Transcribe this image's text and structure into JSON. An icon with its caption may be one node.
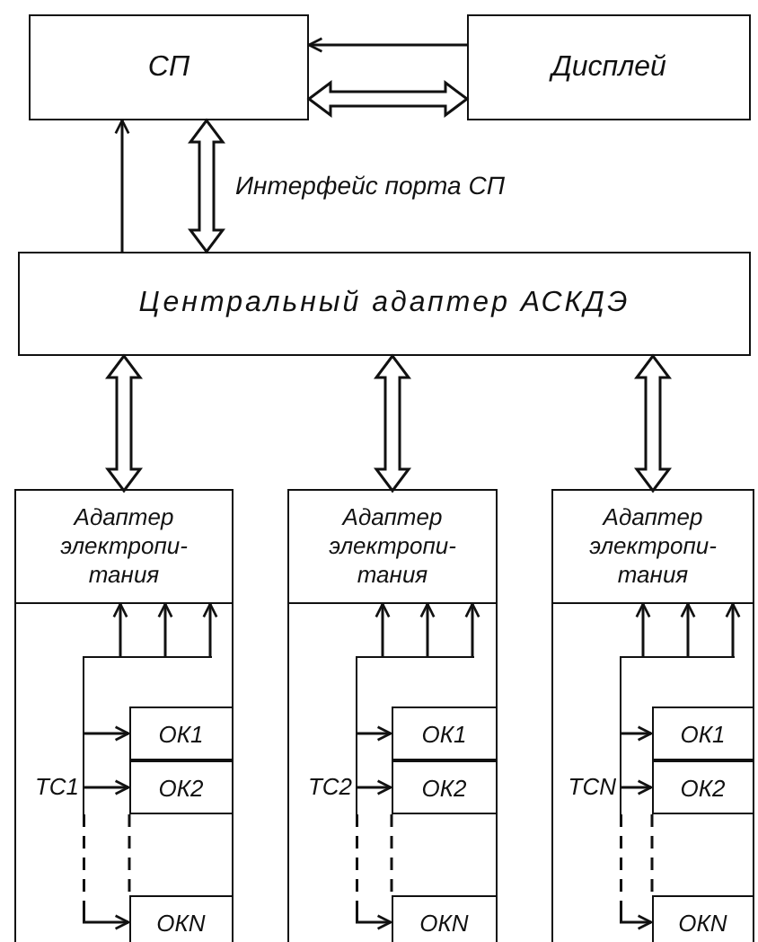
{
  "diagram": {
    "nodes": [
      {
        "text": [
          "СП"
        ]
      },
      {
        "text": [
          "Дисплей"
        ]
      },
      {
        "text": [
          "Центральный адаптер АСКДЭ"
        ]
      },
      {
        "text": [],
        "shape": "box"
      },
      {
        "text": [
          "Адаптер электропи- тания"
        ],
        "in": 3
      },
      {
        "text": [],
        "shape": "bar",
        "in": 3,
        "beside": [
          "ТС1"
        ]
      },
      {
        "text": [
          "ОК1"
        ],
        "in": 3
      },
      {
        "text": [
          "ОК2"
        ],
        "in": 3
      },
      {
        "text": [
          "ОКN"
        ],
        "in": 3
      },
      {
        "text": [],
        "shape": "box"
      },
      {
        "text": [
          "Адаптер электропи- тания"
        ],
        "in": 9
      },
      {
        "text": [],
        "shape": "bar",
        "in": 9,
        "beside": [
          "ТС2"
        ]
      },
      {
        "text": [
          "ОК1"
        ],
        "in": 9
      },
      {
        "text": [
          "ОК2"
        ],
        "in": 9
      },
      {
        "text": [
          "ОКN"
        ],
        "in": 9
      },
      {
        "text": [],
        "shape": "box"
      },
      {
        "text": [
          "Адаптер электропи- тания"
        ],
        "in": 15
      },
      {
        "text": [],
        "shape": "bar",
        "in": 15,
        "beside": [
          "ТСN"
        ]
      },
      {
        "text": [
          "ОК1"
        ],
        "in": 15
      },
      {
        "text": [
          "ОК2"
        ],
        "in": 15
      },
      {
        "text": [
          "ОКN"
        ],
        "in": 15
      }
    ],
    "edges": [
      {
        "from": 1,
        "to": 0,
        "arrow": "to"
      },
      {
        "from": 0,
        "to": 1,
        "arrow": "both",
        "style": "thick"
      },
      {
        "from": 0,
        "to": 2,
        "arrow": "both",
        "style": "thick",
        "label": "Интерфейс порта СП"
      },
      {
        "from": 2,
        "to": 0,
        "arrow": "to"
      },
      {
        "from": 2,
        "to": 4,
        "arrow": "both",
        "style": "thick"
      },
      {
        "from": 2,
        "to": 10,
        "arrow": "both",
        "style": "thick"
      },
      {
        "from": 2,
        "to": 16,
        "arrow": "both",
        "style": "thick"
      },
      {
        "from": 5,
        "to": 4,
        "arrow": "to"
      },
      {
        "from": 5,
        "to": 4,
        "arrow": "to"
      },
      {
        "from": 5,
        "to": 4,
        "arrow": "to"
      },
      {
        "from": 5,
        "to": 6,
        "arrow": "to"
      },
      {
        "from": 5,
        "to": 7,
        "arrow": "to"
      },
      {
        "from": 5,
        "to": 8,
        "arrow": "to",
        "style": "dashed"
      },
      {
        "from": 11,
        "to": 10,
        "arrow": "to"
      },
      {
        "from": 11,
        "to": 10,
        "arrow": "to"
      },
      {
        "from": 11,
        "to": 10,
        "arrow": "to"
      },
      {
        "from": 11,
        "to": 12,
        "arrow": "to"
      },
      {
        "from": 11,
        "to": 13,
        "arrow": "to"
      },
      {
        "from": 11,
        "to": 14,
        "arrow": "to",
        "style": "dashed"
      },
      {
        "from": 17,
        "to": 16,
        "arrow": "to"
      },
      {
        "from": 17,
        "to": 16,
        "arrow": "to"
      },
      {
        "from": 17,
        "to": 16,
        "arrow": "to"
      },
      {
        "from": 17,
        "to": 18,
        "arrow": "to"
      },
      {
        "from": 17,
        "to": 19,
        "arrow": "to"
      },
      {
        "from": 17,
        "to": 20,
        "arrow": "to",
        "style": "dashed"
      }
    ]
  }
}
